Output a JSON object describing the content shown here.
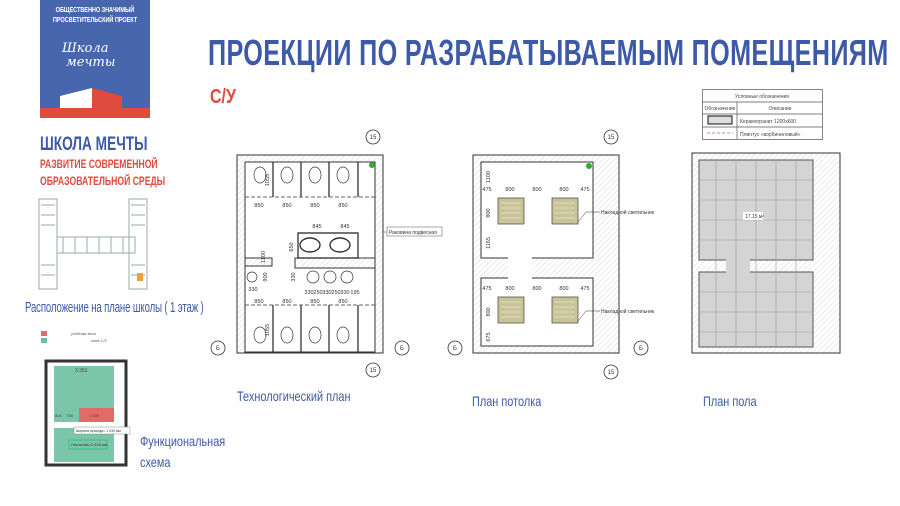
{
  "logo": {
    "tagline_1": "ОБЩЕСТВЕННО ЗНАЧИМЫЙ",
    "tagline_2": "ПРОСВЕТИТЕЛЬСКИЙ ПРОЕКТ",
    "script_1": "Школа",
    "script_2": "мечты"
  },
  "brand": {
    "name": "ШКОЛА МЕЧТЫ",
    "subtitle_1": "РАЗВИТИЕ СОВРЕМЕННОЙ",
    "subtitle_2": "ОБРАЗОВАТЕЛЬНОЙ СРЕДЫ"
  },
  "page_title": "ПРОЕКЦИИ ПО РАЗРАБАТЫВАЕМЫМ ПОМЕЩЕНИЯМ",
  "room_label": "С/У",
  "school_plan_caption": "Расположение на плане школы ( 1 этаж )",
  "functional_scheme": {
    "caption_1": "Функциональная",
    "caption_2": "схема",
    "legend": [
      "учебная зона",
      "зона С/У"
    ],
    "dims": [
      "3 351",
      "804",
      "708",
      "1 839"
    ],
    "door_width": "Ширина прохода= 1 030 мм",
    "height_label": "Нпотолка=2 928 мм",
    "colors": {
      "teal": "#6dbfa2",
      "red": "#e46a6a"
    }
  },
  "legend_table": {
    "title": "Условные обозначения",
    "col_symbol": "Обозначение",
    "col_desc": "Описание",
    "rows": [
      "Керамогранит 1200х600",
      "Плинтус «ворбиниловый»"
    ]
  },
  "tech_plan": {
    "caption": "Технологический план",
    "axis_15": "15",
    "axis_b": "Б",
    "dim_850": "850",
    "dim_845": "845",
    "dim_1055": "1055",
    "dim_650": "650",
    "dim_900": "900",
    "dim_330": "330",
    "dim_250": "250",
    "dim_195": "195",
    "dim_1100": "1100",
    "sink_label": "Раковина подвесная"
  },
  "ceiling_plan": {
    "caption": "План потолка",
    "dim_800": "800",
    "dim_475": "475",
    "dim_1100": "1100",
    "dim_1165": "1165",
    "dim_675": "675",
    "light_label": "Накладной светильник"
  },
  "floor_plan": {
    "caption": "План пола",
    "area": "17.15 м²"
  },
  "colors": {
    "brand_blue": "#3d5aa8",
    "accent_red": "#e04a3f"
  }
}
